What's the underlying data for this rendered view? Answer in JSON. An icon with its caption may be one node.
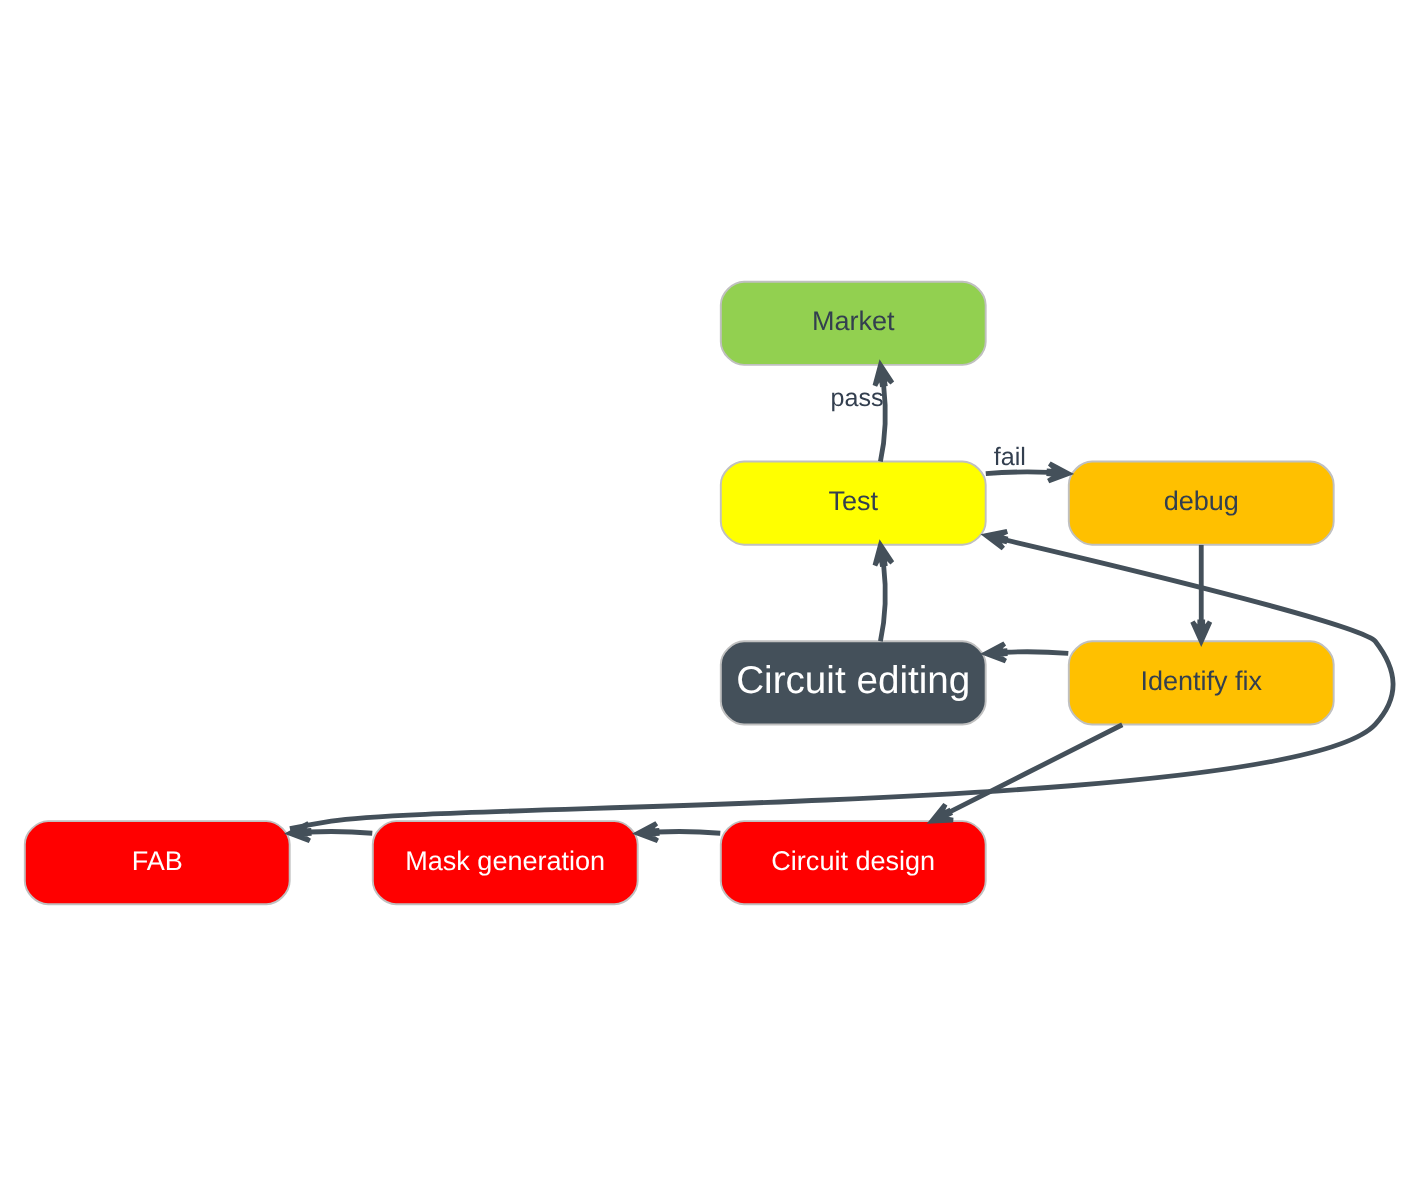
{
  "diagram": {
    "nodes": [
      {
        "text": [
          "Market"
        ]
      },
      {
        "text": [
          "Test"
        ]
      },
      {
        "text": [
          "debug"
        ]
      },
      {
        "text": [
          "Circuit editing"
        ]
      },
      {
        "text": [
          "Identify fix"
        ]
      },
      {
        "text": [
          "Circuit design"
        ]
      },
      {
        "text": [
          "Mask generation"
        ]
      },
      {
        "text": [
          "FAB"
        ]
      }
    ],
    "edges": [
      {
        "from": 1,
        "to": 0,
        "arrow": "to",
        "label": "pass"
      },
      {
        "from": 1,
        "to": 2,
        "arrow": "to",
        "label": "fail"
      },
      {
        "from": 2,
        "to": 4,
        "arrow": "to"
      },
      {
        "from": 4,
        "to": 3,
        "arrow": "to"
      },
      {
        "from": 3,
        "to": 1,
        "arrow": "to"
      },
      {
        "from": 4,
        "to": 5,
        "arrow": "to"
      },
      {
        "from": 5,
        "to": 6,
        "arrow": "to"
      },
      {
        "from": 6,
        "to": 7,
        "arrow": "to"
      },
      {
        "from": 7,
        "to": 1,
        "arrow": "to"
      }
    ]
  }
}
